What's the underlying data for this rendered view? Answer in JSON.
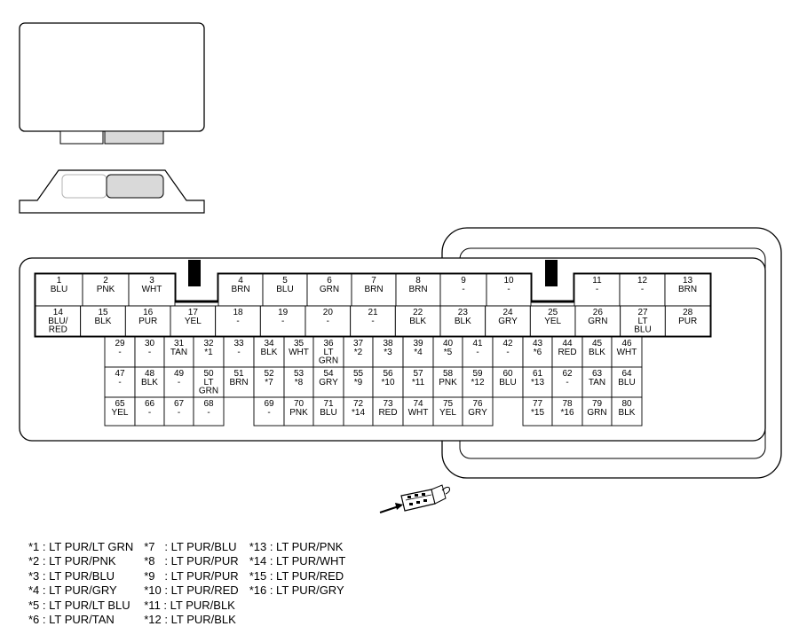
{
  "pins": [
    {
      "n": "1",
      "c": [
        "BLU"
      ]
    },
    {
      "n": "2",
      "c": [
        "PNK"
      ]
    },
    {
      "n": "3",
      "c": [
        "WHT"
      ]
    },
    {
      "n": "4",
      "c": [
        "BRN"
      ]
    },
    {
      "n": "5",
      "c": [
        "BLU"
      ]
    },
    {
      "n": "6",
      "c": [
        "GRN"
      ]
    },
    {
      "n": "7",
      "c": [
        "BRN"
      ]
    },
    {
      "n": "8",
      "c": [
        "BRN"
      ]
    },
    {
      "n": "9",
      "c": [
        "-"
      ]
    },
    {
      "n": "10",
      "c": [
        "-"
      ]
    },
    {
      "n": "11",
      "c": [
        "-"
      ]
    },
    {
      "n": "12",
      "c": [
        "-"
      ]
    },
    {
      "n": "13",
      "c": [
        "BRN"
      ]
    },
    {
      "n": "14",
      "c": [
        "BLU/",
        "RED"
      ]
    },
    {
      "n": "15",
      "c": [
        "BLK"
      ]
    },
    {
      "n": "16",
      "c": [
        "PUR"
      ]
    },
    {
      "n": "17",
      "c": [
        "YEL"
      ]
    },
    {
      "n": "18",
      "c": [
        "-"
      ]
    },
    {
      "n": "19",
      "c": [
        "-"
      ]
    },
    {
      "n": "20",
      "c": [
        "-"
      ]
    },
    {
      "n": "21",
      "c": [
        "-"
      ]
    },
    {
      "n": "22",
      "c": [
        "BLK"
      ]
    },
    {
      "n": "23",
      "c": [
        "BLK"
      ]
    },
    {
      "n": "24",
      "c": [
        "GRY"
      ]
    },
    {
      "n": "25",
      "c": [
        "YEL"
      ]
    },
    {
      "n": "26",
      "c": [
        "GRN"
      ]
    },
    {
      "n": "27",
      "c": [
        "LT",
        "BLU"
      ]
    },
    {
      "n": "28",
      "c": [
        "PUR"
      ]
    },
    {
      "n": "29",
      "c": [
        "-"
      ]
    },
    {
      "n": "30",
      "c": [
        "-"
      ]
    },
    {
      "n": "31",
      "c": [
        "TAN"
      ]
    },
    {
      "n": "32",
      "c": [
        "*1"
      ]
    },
    {
      "n": "33",
      "c": [
        "-"
      ]
    },
    {
      "n": "34",
      "c": [
        "BLK"
      ]
    },
    {
      "n": "35",
      "c": [
        "WHT"
      ]
    },
    {
      "n": "36",
      "c": [
        "LT",
        "GRN"
      ]
    },
    {
      "n": "37",
      "c": [
        "*2"
      ]
    },
    {
      "n": "38",
      "c": [
        "*3"
      ]
    },
    {
      "n": "39",
      "c": [
        "*4"
      ]
    },
    {
      "n": "40",
      "c": [
        "*5"
      ]
    },
    {
      "n": "41",
      "c": [
        "-"
      ]
    },
    {
      "n": "42",
      "c": [
        "-"
      ]
    },
    {
      "n": "43",
      "c": [
        "*6"
      ]
    },
    {
      "n": "44",
      "c": [
        "RED"
      ]
    },
    {
      "n": "45",
      "c": [
        "BLK"
      ]
    },
    {
      "n": "46",
      "c": [
        "WHT"
      ]
    },
    {
      "n": "47",
      "c": [
        "-"
      ]
    },
    {
      "n": "48",
      "c": [
        "BLK"
      ]
    },
    {
      "n": "49",
      "c": [
        "-"
      ]
    },
    {
      "n": "50",
      "c": [
        "LT",
        "GRN"
      ]
    },
    {
      "n": "51",
      "c": [
        "BRN"
      ]
    },
    {
      "n": "52",
      "c": [
        "*7"
      ]
    },
    {
      "n": "53",
      "c": [
        "*8"
      ]
    },
    {
      "n": "54",
      "c": [
        "GRY"
      ]
    },
    {
      "n": "55",
      "c": [
        "*9"
      ]
    },
    {
      "n": "56",
      "c": [
        "*10"
      ]
    },
    {
      "n": "57",
      "c": [
        "*11"
      ]
    },
    {
      "n": "58",
      "c": [
        "PNK"
      ]
    },
    {
      "n": "59",
      "c": [
        "*12"
      ]
    },
    {
      "n": "60",
      "c": [
        "BLU"
      ]
    },
    {
      "n": "61",
      "c": [
        "*13"
      ]
    },
    {
      "n": "62",
      "c": [
        "-"
      ]
    },
    {
      "n": "63",
      "c": [
        "TAN"
      ]
    },
    {
      "n": "64",
      "c": [
        "BLU"
      ]
    },
    {
      "n": "65",
      "c": [
        "YEL"
      ]
    },
    {
      "n": "66",
      "c": [
        "-"
      ]
    },
    {
      "n": "67",
      "c": [
        "-"
      ]
    },
    {
      "n": "68",
      "c": [
        "-"
      ]
    },
    {
      "n": "69",
      "c": [
        "-"
      ]
    },
    {
      "n": "70",
      "c": [
        "PNK"
      ]
    },
    {
      "n": "71",
      "c": [
        "BLU"
      ]
    },
    {
      "n": "72",
      "c": [
        "*14"
      ]
    },
    {
      "n": "73",
      "c": [
        "RED"
      ]
    },
    {
      "n": "74",
      "c": [
        "WHT"
      ]
    },
    {
      "n": "75",
      "c": [
        "YEL"
      ]
    },
    {
      "n": "76",
      "c": [
        "GRY"
      ]
    },
    {
      "n": "77",
      "c": [
        "*15"
      ]
    },
    {
      "n": "78",
      "c": [
        "*16"
      ]
    },
    {
      "n": "79",
      "c": [
        "GRN"
      ]
    },
    {
      "n": "80",
      "c": [
        "BLK"
      ]
    }
  ],
  "legend": {
    "col1": [
      "*1 : LT PUR/LT GRN",
      "*2 : LT PUR/PNK",
      "*3 : LT PUR/BLU",
      "*4 : LT PUR/GRY",
      "*5 : LT PUR/LT BLU",
      "*6 : LT PUR/TAN"
    ],
    "col2": [
      "*7   : LT PUR/BLU",
      "*8   : LT PUR/PUR",
      "*9   : LT PUR/PUR",
      "*10 : LT PUR/RED",
      "*11 : LT PUR/BLK",
      "*12 : LT PUR/BLK"
    ],
    "col3": [
      "*13 : LT PUR/PNK",
      "*14 : LT PUR/WHT",
      "*15 : LT PUR/RED",
      "*16 : LT PUR/GRY"
    ]
  },
  "colors": {
    "stroke": "#000000",
    "housing_fill": "#ffffff",
    "latch_fill": "#d9d9d9",
    "key_fill": "#000000"
  }
}
